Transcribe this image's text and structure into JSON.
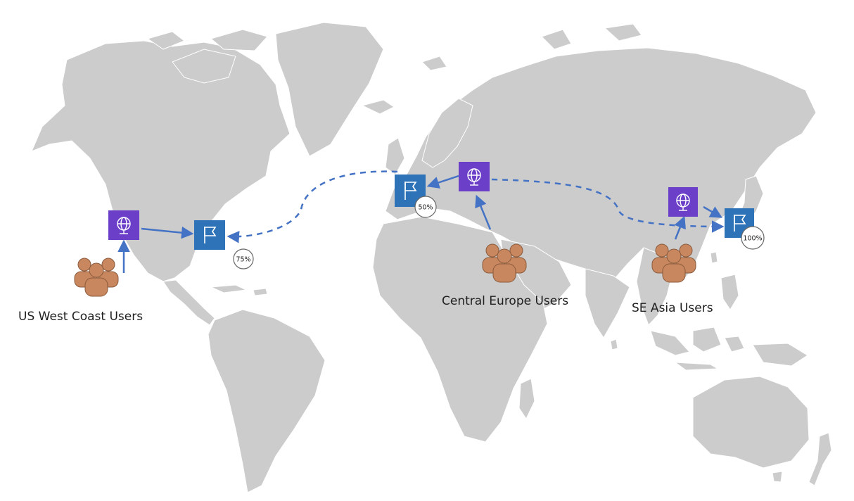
{
  "colors": {
    "land": "#cccccc",
    "accelerator": "#6b3fc8",
    "endpoint": "#2e73b8",
    "arrow": "#4472c4",
    "users": "#c8875e",
    "users_outline": "#8a5a3c"
  },
  "icons": {
    "accelerator": "global-accelerator-icon",
    "endpoint": "flag-icon",
    "users": "users-group-icon"
  },
  "user_groups": [
    {
      "label": "US West Coast Users"
    },
    {
      "label": "Central Europe Users"
    },
    {
      "label": "SE Asia Users"
    }
  ],
  "endpoints": [
    {
      "traffic_dial": "75%"
    },
    {
      "traffic_dial": "50%"
    },
    {
      "traffic_dial": "100%"
    }
  ]
}
